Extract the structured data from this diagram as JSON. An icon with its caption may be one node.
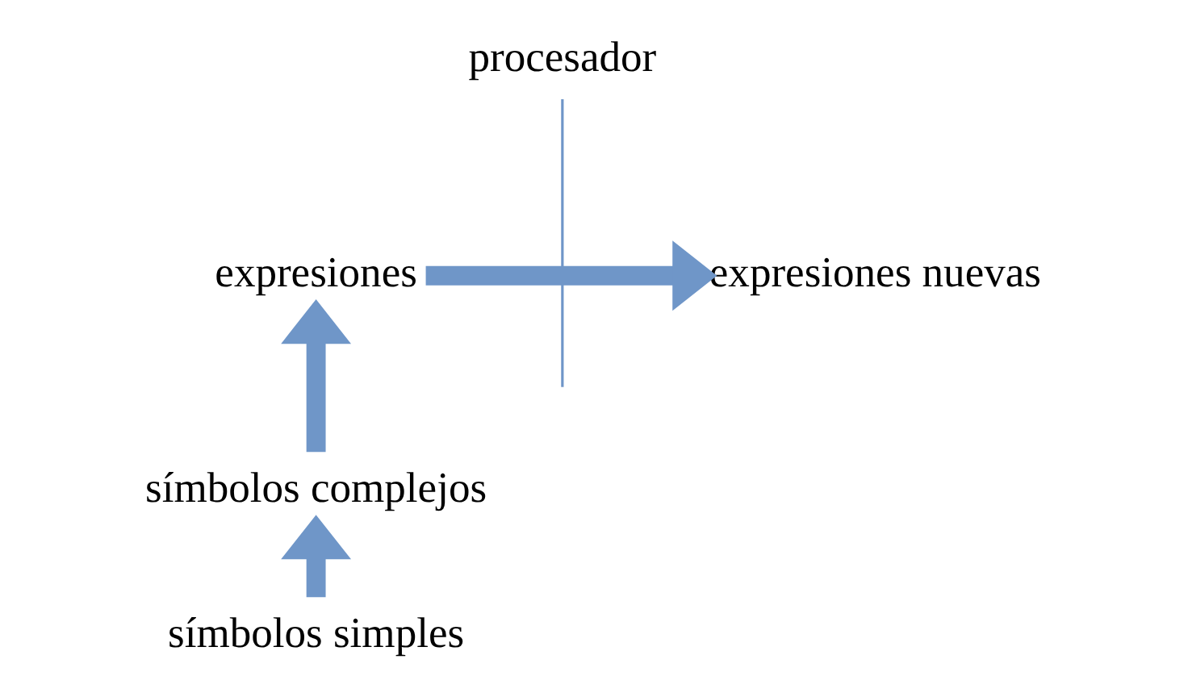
{
  "diagram": {
    "nodes": [
      {
        "text": [
          "procesador"
        ]
      },
      {
        "text": [
          "expresiones"
        ]
      },
      {
        "text": [
          "expresiones nuevas"
        ]
      },
      {
        "text": [
          "símbolos complejos"
        ]
      },
      {
        "text": [
          "símbolos simples"
        ]
      }
    ],
    "edges": [
      {
        "from": 0,
        "to": null,
        "arrow": "none"
      },
      {
        "from": 1,
        "to": 2,
        "arrow": "to"
      },
      {
        "from": 3,
        "to": 1,
        "arrow": "to"
      },
      {
        "from": 4,
        "to": 3,
        "arrow": "to"
      }
    ]
  }
}
